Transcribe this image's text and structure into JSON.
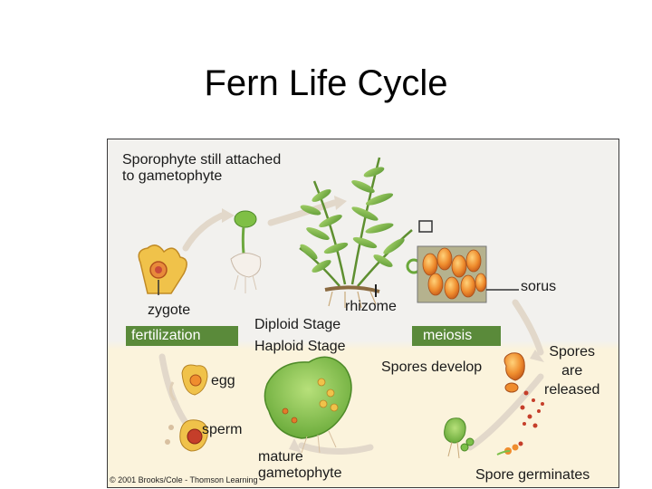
{
  "title": "Fern Life Cycle",
  "labels": {
    "sporophyte_attached": "Sporophyte still attached\nto gametophyte",
    "sorus": "sorus",
    "rhizome": "rhizome",
    "zygote": "zygote",
    "diploid_stage": "Diploid Stage",
    "haploid_stage": "Haploid Stage",
    "fertilization": "fertilization",
    "meiosis": "meiosis",
    "spores_develop": "Spores develop",
    "spores_released": "Spores\nare\nreleased",
    "egg": "egg",
    "sperm": "sperm",
    "mature_gametophyte": "mature\ngametophyte",
    "spore_germinates": "Spore germinates",
    "copyright": "© 2001 Brooks/Cole - Thomson Learning"
  },
  "colors": {
    "diploid_band": "#f2f1ee",
    "haploid_band": "#fbf3dc",
    "stage_bar": "#5a8a3a",
    "frond": "#7fb34a",
    "sorus_orange": "#e8862c",
    "gametophyte": "#7cc04a",
    "arrow": "#e0d6c8"
  }
}
